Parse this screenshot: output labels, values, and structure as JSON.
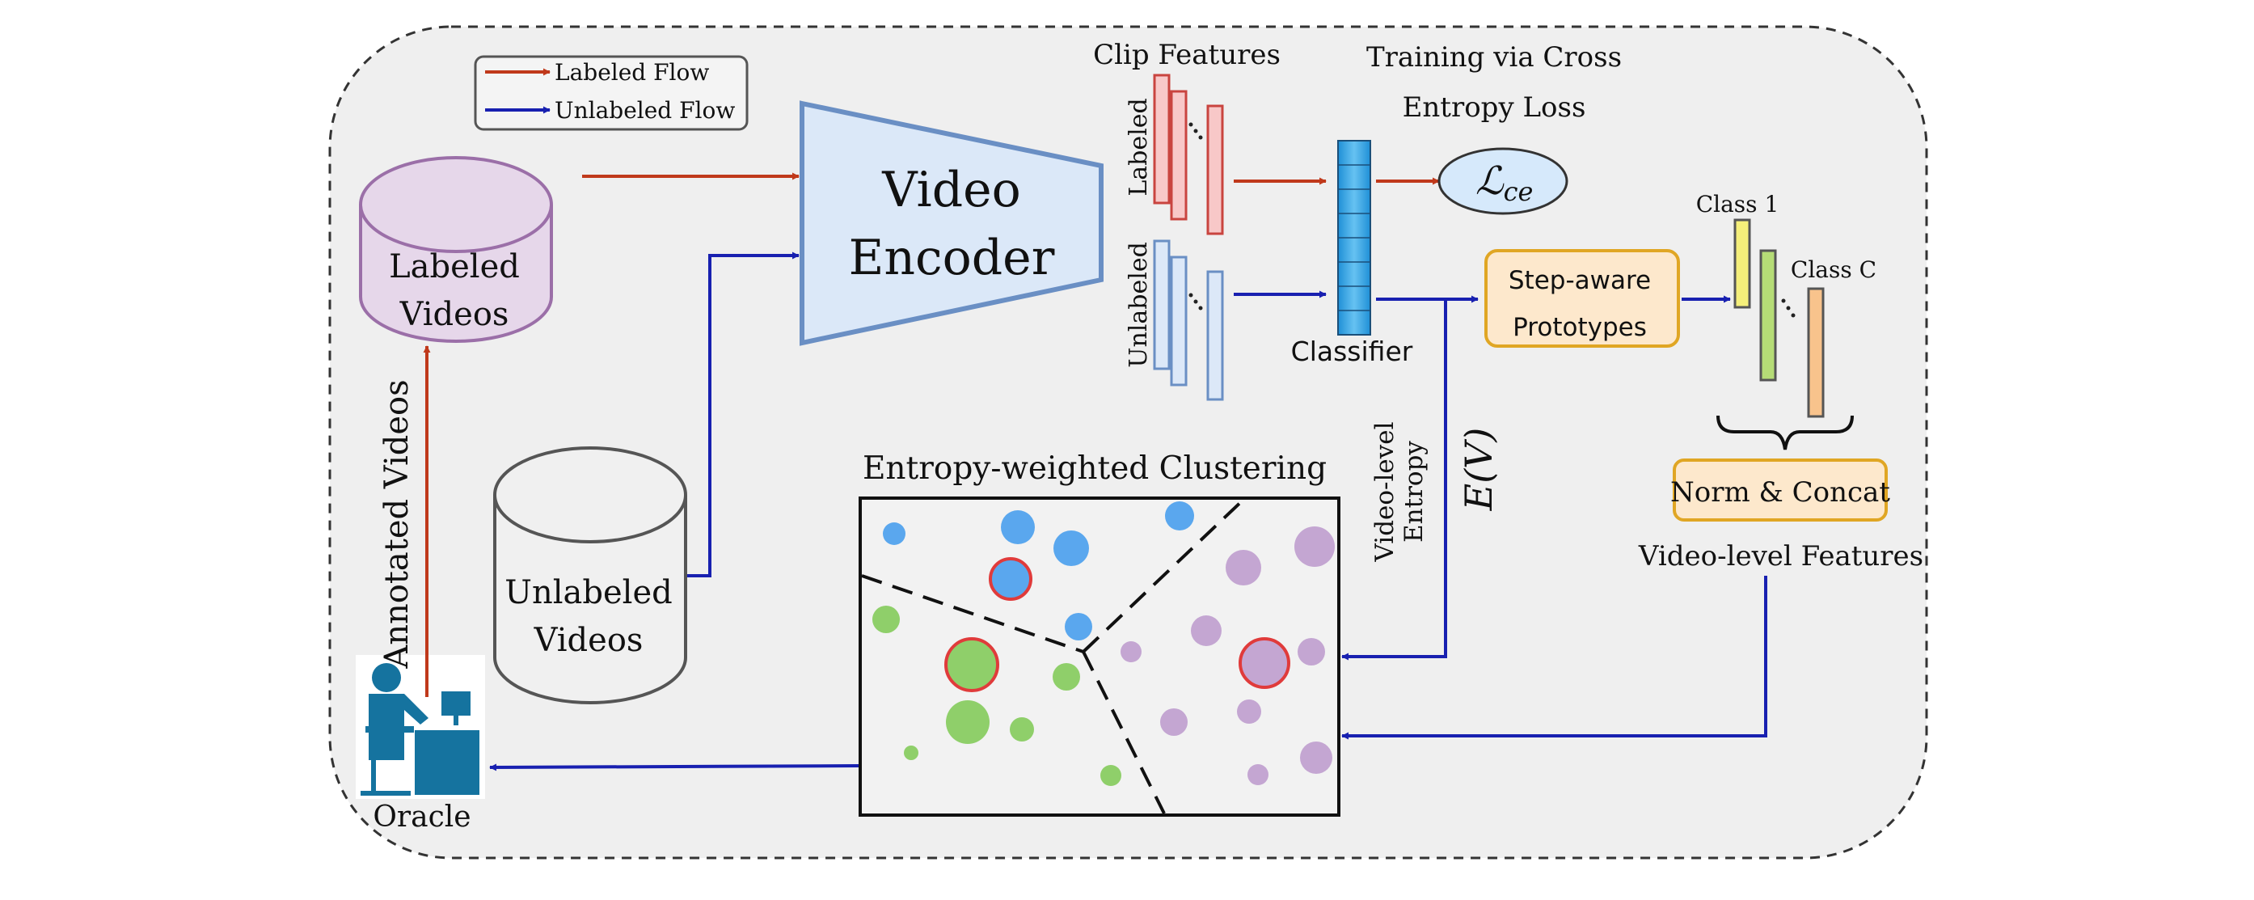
{
  "legend": {
    "labeled_flow": "Labeled Flow",
    "unlabeled_flow": "Unlabeled Flow",
    "labeled_color": "#c0391b",
    "unlabeled_color": "#1820b0"
  },
  "databases": {
    "labeled_line1": "Labeled",
    "labeled_line2": "Videos",
    "unlabeled_line1": "Unlabeled",
    "unlabeled_line2": "Videos"
  },
  "encoder": {
    "line1": "Video",
    "line2": "Encoder"
  },
  "clip_features": {
    "title": "Clip Features",
    "labeled": "Labeled",
    "unlabeled": "Unlabeled"
  },
  "classifier": {
    "label": "Classifier"
  },
  "loss": {
    "title_line1": "Training via Cross",
    "title_line2": "Entropy Loss",
    "symbol": "ℒ",
    "subscript": "ce"
  },
  "prototypes": {
    "line1": "Step-aware",
    "line2": "Prototypes"
  },
  "classes": {
    "first": "Class 1",
    "last": "Class C"
  },
  "norm": {
    "label": "Norm & Concat",
    "caption": "Video-level Features"
  },
  "entropy": {
    "line1": "Video-level",
    "line2": "Entropy",
    "symbol": "E(V)"
  },
  "clustering": {
    "title": "Entropy-weighted Clustering"
  },
  "oracle": {
    "label": "Oracle",
    "annotated": "Annotated Videos"
  },
  "colors": {
    "background_panel": "#efefef",
    "encoder_fill": "#dbe8f8",
    "encoder_stroke": "#6a8fc4",
    "labeled_db_fill": "#e6d7ea",
    "labeled_db_stroke": "#9b6fa8",
    "prototype_fill": "#fde8cc",
    "prototype_stroke": "#e0a624",
    "cluster_blue": "#5aa7ee",
    "cluster_green": "#8fcf6a",
    "cluster_purple": "#c4a6d2",
    "highlight_ring": "#e03b3b",
    "oracle_blue": "#15739f"
  }
}
